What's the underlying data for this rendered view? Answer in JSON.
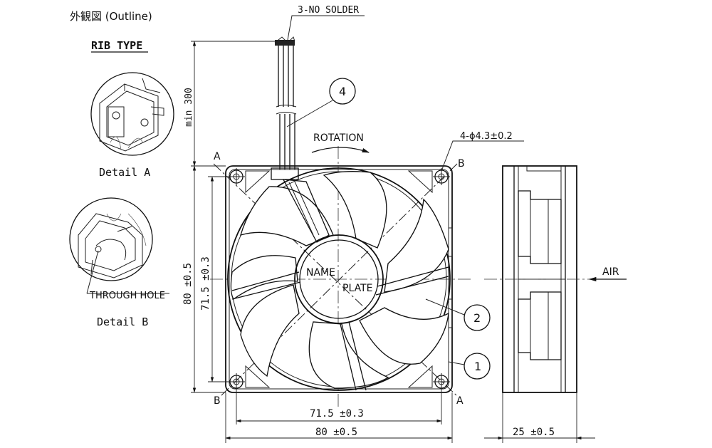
{
  "title": "外観図 (Outline)",
  "rib_type": "RIB TYPE",
  "detail_a": "Detail A",
  "detail_b": "Detail B",
  "through_hole": "THROUGH HOLE",
  "lead_wire": "3-NO SOLDER",
  "lead_length": "min 300",
  "rotation": "ROTATION",
  "hole_spec": "4-ϕ4.3±0.2",
  "nameplate_line1": "NAME",
  "nameplate_line2": "PLATE",
  "air": "AIR",
  "section_a": "A",
  "section_b": "B",
  "dim_outer": "80 ±0.5",
  "dim_pitch": "71.5 ±0.3",
  "dim_outer_h": "80 ±0.5",
  "dim_pitch_h": "71.5 ±0.3",
  "dim_depth": "25 ±0.5",
  "callouts": [
    "1",
    "2",
    "4"
  ]
}
